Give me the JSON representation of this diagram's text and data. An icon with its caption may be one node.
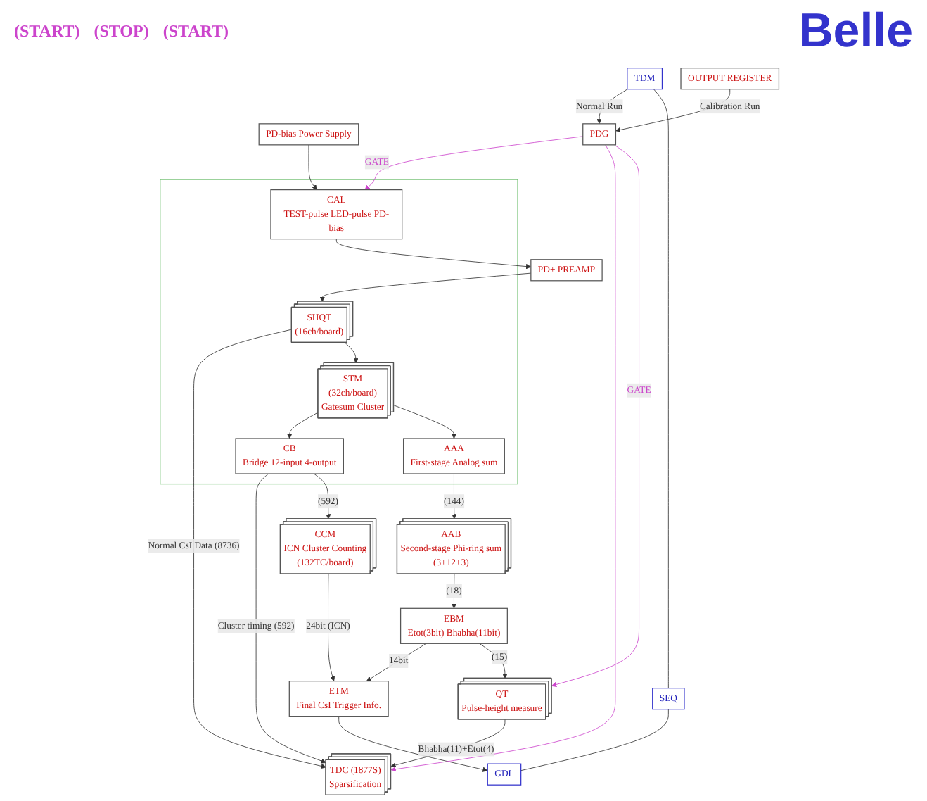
{
  "diagram": {
    "title": "Belle",
    "nodes": [
      {
        "text": [],
        "shape": "box"
      },
      {
        "text": [
          "CAL",
          "TEST-pulse LED-pulse PD-bias"
        ],
        "in": 0
      },
      {
        "text": [
          "PD-bias Power Supply"
        ]
      },
      {
        "text": [
          "PD+ PREAMP"
        ]
      },
      {
        "text": [
          "SHQT",
          "(16ch/board)"
        ],
        "in": 0
      },
      {
        "text": [
          "TDC (1877S)",
          "Sparsification"
        ]
      },
      {
        "text": [
          "STM",
          "(32ch/board)",
          "Gatesum Cluster"
        ],
        "in": 0
      },
      {
        "text": [
          "PDG"
        ]
      },
      {
        "text": [
          "TDM"
        ]
      },
      {
        "text": [
          "OUTPUT REGISTER"
        ]
      },
      {
        "text": [
          "CB",
          "Bridge 12-input 4-output"
        ],
        "in": 0
      },
      {
        "text": [
          "CCM",
          "ICN Cluster Counting",
          "(132TC/board)"
        ]
      },
      {
        "text": [
          "ETM",
          "Final CsI Trigger Info."
        ]
      },
      {
        "text": [
          "SEQ"
        ]
      },
      {
        "text": [
          "GDL"
        ]
      },
      {
        "text": [
          "AAA",
          "First-stage Analog sum"
        ],
        "in": 0
      },
      {
        "text": [
          "AAB",
          "Second-stage Phi-ring sum",
          "(3+12+3)"
        ]
      },
      {
        "text": [
          "EBM",
          "Etot(3bit) Bhabha(11bit)"
        ]
      },
      {
        "text": [
          "QT",
          "Pulse-height measure"
        ]
      }
    ],
    "edges": [
      {
        "from": 1,
        "to": 3,
        "arrow": "to"
      },
      {
        "from": 3,
        "to": 4,
        "arrow": "to"
      },
      {
        "from": 7,
        "to": 1,
        "arrow": "to",
        "label": "GATE",
        "color": "#cc44cc"
      },
      {
        "from": 2,
        "to": 1,
        "arrow": "to"
      },
      {
        "from": 4,
        "to": 5,
        "arrow": "to",
        "label": "Normal CsI Data (8736)"
      },
      {
        "from": 4,
        "to": 6,
        "arrow": "to"
      },
      {
        "from": 10,
        "to": 5,
        "arrow": "to",
        "label": "Cluster timing (592)"
      },
      {
        "from": 6,
        "to": 10,
        "arrow": "to"
      },
      {
        "from": 6,
        "to": 15,
        "arrow": "to"
      },
      {
        "from": 10,
        "to": 11,
        "arrow": "to",
        "label": "(592)"
      },
      {
        "from": 11,
        "to": 12,
        "arrow": "to",
        "label": "24bit (ICN)"
      },
      {
        "from": 12,
        "to": 14,
        "arrow": "to"
      },
      {
        "from": 15,
        "to": 16,
        "arrow": "to",
        "label": "(144)"
      },
      {
        "from": 16,
        "to": 17,
        "arrow": "to",
        "label": "(18)"
      },
      {
        "from": 17,
        "to": 12,
        "arrow": "to",
        "label": "14bit"
      },
      {
        "from": 17,
        "to": 18,
        "arrow": "to",
        "label": "(15)"
      },
      {
        "from": 18,
        "to": 5,
        "arrow": "to",
        "label": "Bhabha(11)+Etot(4)"
      },
      {
        "from": 7,
        "to": 5,
        "arrow": "to",
        "color": "#cc44cc"
      },
      {
        "from": 7,
        "to": 18,
        "arrow": "to",
        "label": "GATE",
        "color": "#cc44cc"
      },
      {
        "from": 8,
        "to": 7,
        "arrow": "to",
        "label": "Normal Run"
      },
      {
        "from": 9,
        "to": 7,
        "arrow": "to",
        "label": "Calibration Run"
      },
      {
        "from": 8,
        "to": 13,
        "arrow": "none"
      },
      {
        "from": 13,
        "to": 14,
        "arrow": "none"
      }
    ],
    "labels": [
      "(START)",
      "(STOP)",
      "(START)"
    ]
  }
}
